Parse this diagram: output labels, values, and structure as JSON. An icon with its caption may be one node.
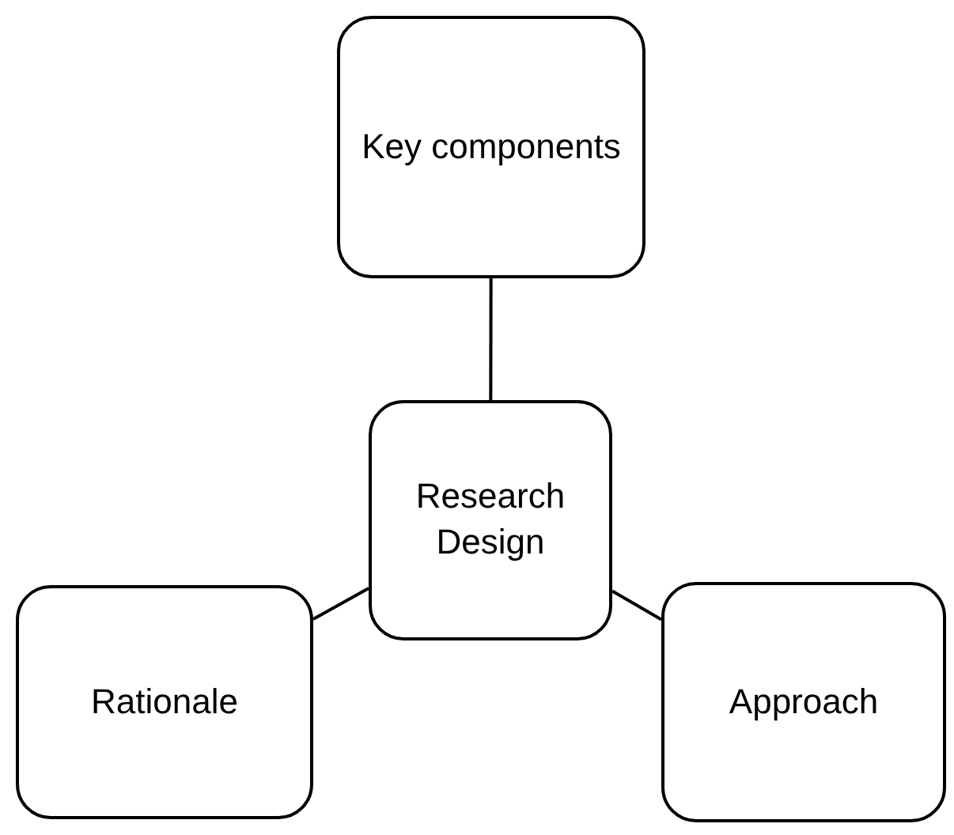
{
  "diagram": {
    "nodes": [
      {
        "text": [
          "Key components"
        ]
      },
      {
        "text": [
          "Research Design"
        ]
      },
      {
        "text": [
          "Rationale"
        ]
      },
      {
        "text": [
          "Approach"
        ]
      }
    ],
    "edges": [
      {
        "from": 1,
        "to": 0,
        "arrow": "none"
      },
      {
        "from": 1,
        "to": 2,
        "arrow": "none"
      },
      {
        "from": 1,
        "to": 3,
        "arrow": "none"
      }
    ]
  }
}
